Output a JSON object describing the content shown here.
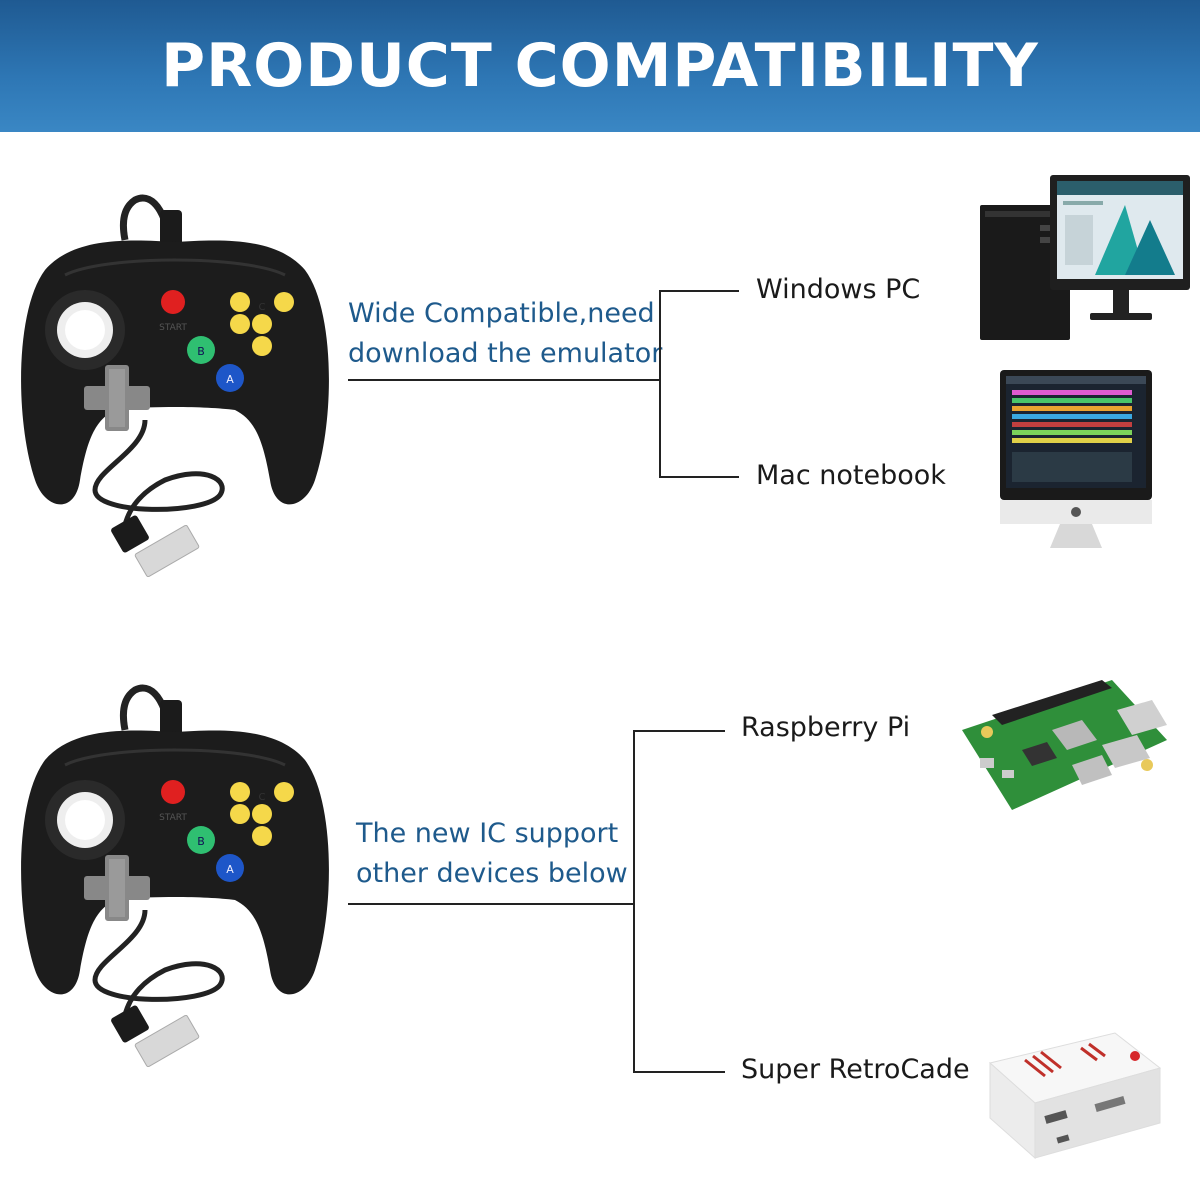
{
  "header": {
    "title": "PRODUCT COMPATIBILITY"
  },
  "controller": {
    "start_label": "START",
    "button_c_label": "C",
    "button_b_label": "B",
    "button_a_label": "A",
    "colors": {
      "body": "#1a1a1a",
      "red": "#e02020",
      "yellow": "#f5d84a",
      "green": "#2fbf71",
      "blue": "#1e56c8"
    }
  },
  "section1": {
    "description_line1": "Wide Compatible,need",
    "description_line2": "download the emulator",
    "devices": [
      {
        "label": "Windows PC",
        "icon": "desktop-pc-icon"
      },
      {
        "label": "Mac notebook",
        "icon": "imac-icon"
      }
    ]
  },
  "section2": {
    "description_line1": "The new IC support",
    "description_line2": "other devices below",
    "devices": [
      {
        "label": "Raspberry Pi",
        "icon": "raspberry-pi-board-icon"
      },
      {
        "label": "Super RetroCade",
        "icon": "retrocade-console-icon"
      }
    ]
  },
  "colors": {
    "banner": "#2e77b5",
    "description_text": "#1e5a8c",
    "label_text": "#1a1a1a"
  }
}
